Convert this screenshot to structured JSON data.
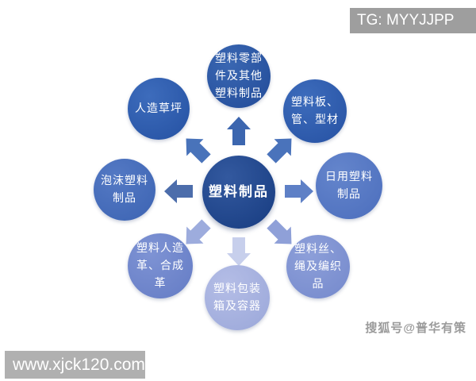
{
  "header": {
    "tg_badge": "TG: MYYJJPP"
  },
  "footer": {
    "url_badge": "www.xjck120.com",
    "watermark": "搜狐号@普华有策"
  },
  "diagram": {
    "type": "hub-and-spoke",
    "center": {
      "label": "塑料制品",
      "color_from": "#33599f",
      "color_to": "#1d4287"
    },
    "nodes": [
      {
        "id": "plastic-parts-other",
        "label": "塑料零部\n件及其他\n塑料制品",
        "color_from": "#3a67b2",
        "color_to": "#27519e"
      },
      {
        "id": "plastic-sheet-pipe",
        "label": "塑料板、\n管、型材",
        "color_from": "#3d6cbc",
        "color_to": "#2b57a8"
      },
      {
        "id": "daily-use-plastic",
        "label": "日用塑料\n制品",
        "color_from": "#6485cc",
        "color_to": "#5173c0"
      },
      {
        "id": "plastic-fiber-rope",
        "label": "塑料丝、\n绳及编织\n品",
        "color_from": "#8d9fd9",
        "color_to": "#7a8ecf"
      },
      {
        "id": "plastic-packaging",
        "label": "塑料包装\n箱及容器",
        "color_from": "#b4bde6",
        "color_to": "#a0acdc"
      },
      {
        "id": "artificial-leather",
        "label": "塑料人造\n革、合成\n革",
        "color_from": "#7e93d4",
        "color_to": "#6a81c8"
      },
      {
        "id": "foam-plastic",
        "label": "泡沫塑料\n制品",
        "color_from": "#5479c4",
        "color_to": "#4168b6"
      },
      {
        "id": "artificial-turf",
        "label": "人造草坪",
        "color_from": "#3d6cbc",
        "color_to": "#2a57a8"
      }
    ],
    "arrows": [
      {
        "direction": "up",
        "color": "#3c66af"
      },
      {
        "direction": "up-right",
        "color": "#4a73bb"
      },
      {
        "direction": "right",
        "color": "#5e80c6"
      },
      {
        "direction": "down-right",
        "color": "#8fa0d8"
      },
      {
        "direction": "down",
        "color": "#c7cfec"
      },
      {
        "direction": "down-left",
        "color": "#9dacdd"
      },
      {
        "direction": "left",
        "color": "#4c6dab"
      },
      {
        "direction": "up-left",
        "color": "#4973ba"
      }
    ]
  }
}
